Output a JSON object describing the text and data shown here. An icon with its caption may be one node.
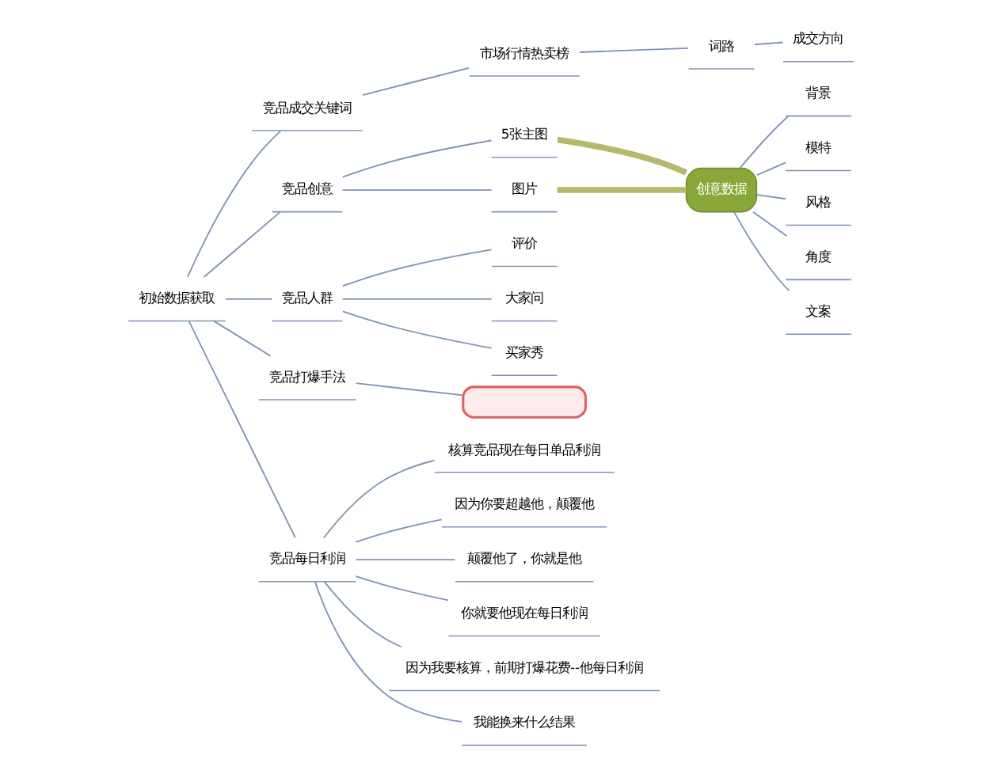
{
  "diagram": {
    "nodes": [
      {
        "text": [
          "初始数据获取"
        ]
      },
      {
        "text": [
          "竞品成交关键词"
        ]
      },
      {
        "text": [
          "市场行情热卖榜"
        ]
      },
      {
        "text": [
          "词路"
        ]
      },
      {
        "text": [
          "成交方向"
        ]
      },
      {
        "text": [
          "竞品创意"
        ]
      },
      {
        "text": [
          "5张主图"
        ]
      },
      {
        "text": [
          "图片"
        ]
      },
      {
        "text": [
          "创意数据"
        ]
      },
      {
        "text": [
          "背景"
        ]
      },
      {
        "text": [
          "模特"
        ]
      },
      {
        "text": [
          "风格"
        ]
      },
      {
        "text": [
          "角度"
        ]
      },
      {
        "text": [
          "文案"
        ]
      },
      {
        "text": [
          "竞品人群"
        ]
      },
      {
        "text": [
          "评价"
        ]
      },
      {
        "text": [
          "大家问"
        ]
      },
      {
        "text": [
          "买家秀"
        ]
      },
      {
        "text": [
          "竞品打爆手法"
        ]
      },
      {
        "text": [],
        "shape": "box"
      },
      {
        "text": [
          "竞品每日利润"
        ]
      },
      {
        "text": [
          "核算竞品现在每日单品利润"
        ]
      },
      {
        "text": [
          "因为你要超越他，颠覆他"
        ]
      },
      {
        "text": [
          "颠覆他了，你就是他"
        ]
      },
      {
        "text": [
          "你就要他现在每日利润"
        ]
      },
      {
        "text": [
          "因为我要核算，前期打爆花费--他每日利润"
        ]
      },
      {
        "text": [
          "我能换来什么结果"
        ]
      }
    ],
    "edges": [
      {
        "from": 0,
        "to": 1,
        "arrow": "none"
      },
      {
        "from": 1,
        "to": 2,
        "arrow": "none"
      },
      {
        "from": 2,
        "to": 3,
        "arrow": "none"
      },
      {
        "from": 3,
        "to": 4,
        "arrow": "none"
      },
      {
        "from": 0,
        "to": 5,
        "arrow": "none"
      },
      {
        "from": 5,
        "to": 6,
        "arrow": "none"
      },
      {
        "from": 5,
        "to": 7,
        "arrow": "none"
      },
      {
        "from": 6,
        "to": 8,
        "arrow": "none",
        "style": "thick",
        "color": "#b5b96a"
      },
      {
        "from": 7,
        "to": 8,
        "arrow": "none",
        "style": "thick",
        "color": "#b5b96a"
      },
      {
        "from": 8,
        "to": 9,
        "arrow": "none"
      },
      {
        "from": 8,
        "to": 10,
        "arrow": "none"
      },
      {
        "from": 8,
        "to": 11,
        "arrow": "none"
      },
      {
        "from": 8,
        "to": 12,
        "arrow": "none"
      },
      {
        "from": 8,
        "to": 13,
        "arrow": "none"
      },
      {
        "from": 0,
        "to": 14,
        "arrow": "none"
      },
      {
        "from": 14,
        "to": 15,
        "arrow": "none"
      },
      {
        "from": 14,
        "to": 16,
        "arrow": "none"
      },
      {
        "from": 14,
        "to": 17,
        "arrow": "none"
      },
      {
        "from": 0,
        "to": 18,
        "arrow": "none"
      },
      {
        "from": 18,
        "to": 19,
        "arrow": "none"
      },
      {
        "from": 0,
        "to": 20,
        "arrow": "none"
      },
      {
        "from": 20,
        "to": 21,
        "arrow": "none"
      },
      {
        "from": 20,
        "to": 22,
        "arrow": "none"
      },
      {
        "from": 20,
        "to": 23,
        "arrow": "none"
      },
      {
        "from": 20,
        "to": 24,
        "arrow": "none"
      },
      {
        "from": 20,
        "to": 25,
        "arrow": "none"
      },
      {
        "from": 20,
        "to": 26,
        "arrow": "none"
      }
    ]
  }
}
